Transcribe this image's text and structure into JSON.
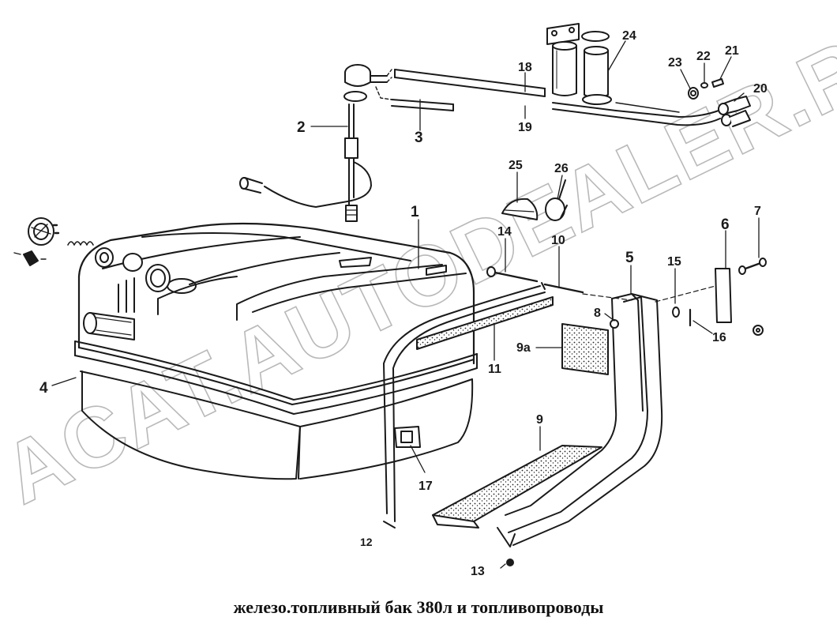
{
  "caption": "железо.топливный бак 380л и топливопроводы",
  "watermark": "ACAT.AUTODEALER.RU",
  "callouts": {
    "c1": "1",
    "c2": "2",
    "c3": "3",
    "c4": "4",
    "c5": "5",
    "c6": "6",
    "c7": "7",
    "c8": "8",
    "c9": "9",
    "c9a": "9a",
    "c10": "10",
    "c11": "11",
    "c12": "12",
    "c13": "13",
    "c14": "14",
    "c15": "15",
    "c16": "16",
    "c17": "17",
    "c18": "18",
    "c19": "19",
    "c20": "20",
    "c21": "21",
    "c22": "22",
    "c23": "23",
    "c24": "24",
    "c25": "25",
    "c26": "26"
  },
  "colors": {
    "line": "#1a1a1a",
    "watermark": "#b9b9b9",
    "background": "#ffffff"
  }
}
